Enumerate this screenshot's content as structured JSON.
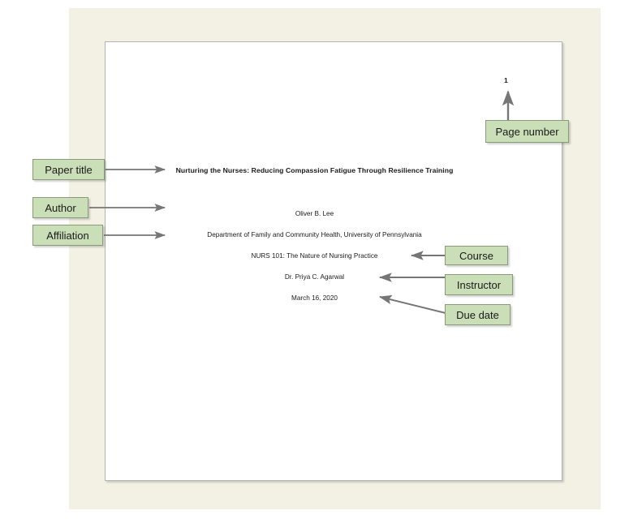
{
  "document": {
    "page_number": "1",
    "title": "Nurturing the Nurses: Reducing Compassion Fatigue Through Resilience Training",
    "author": "Oliver B. Lee",
    "affiliation": "Department of Family and Community Health, University of Pennsylvania",
    "course": "NURS 101: The Nature of Nursing Practice",
    "instructor": "Dr. Priya C. Agarwal",
    "due_date": "March 16, 2020"
  },
  "callouts": {
    "paper_title": "Paper title",
    "author": "Author",
    "affiliation": "Affiliation",
    "page_number": "Page number",
    "course": "Course",
    "instructor": "Instructor",
    "due_date": "Due date"
  },
  "colors": {
    "callout_fill": "#cadfb8",
    "callout_border": "#8a9b7c",
    "arrow": "#767676",
    "mat_background": "#f3f1e4",
    "page_background": "#ffffff",
    "page_border": "#b3b3b3",
    "text": "#1a1a1a"
  }
}
